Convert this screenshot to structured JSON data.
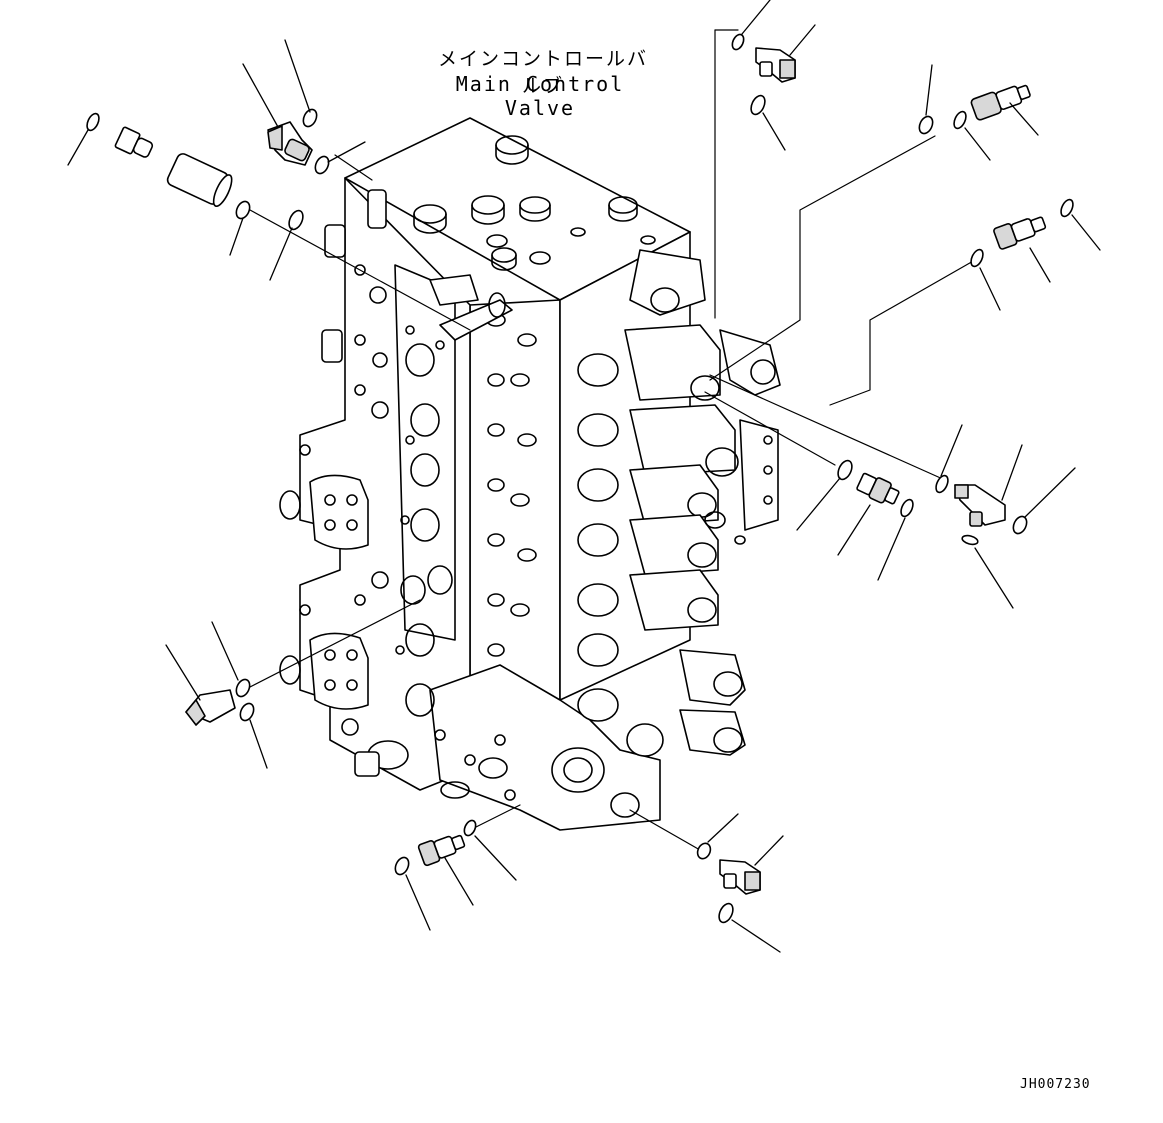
{
  "title": {
    "japanese": "メインコントロールバルブ",
    "english": "Main Control Valve"
  },
  "drawing_id": "JH007230",
  "colors": {
    "line": "#000000",
    "fill": "#ffffff",
    "part_shade": "#e6e6e6"
  },
  "parts": {
    "o_ring": "o-ring",
    "fitting": "fitting",
    "sensor": "pressure-sensor"
  }
}
